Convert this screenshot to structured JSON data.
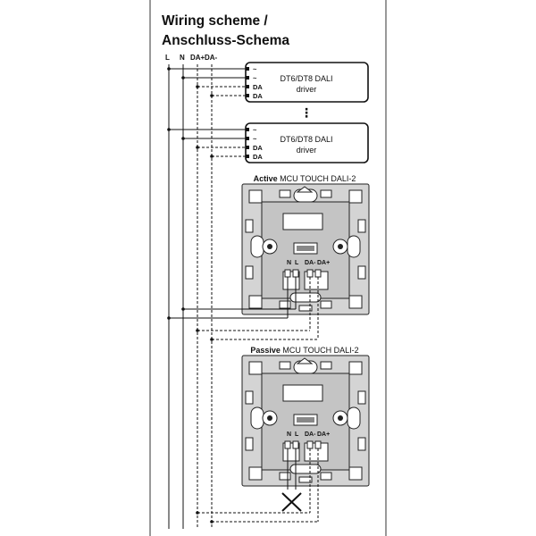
{
  "title_line1": "Wiring scheme /",
  "title_line2": "Anschluss-Schema",
  "bus_labels": [
    "L",
    "N",
    "DA+",
    "DA-"
  ],
  "drivers": [
    {
      "line1": "DT6/DT8 DALI",
      "line2": "driver",
      "terminals": [
        "~",
        "~",
        "DA",
        "DA"
      ]
    },
    {
      "line1": "DT6/DT8 DALI",
      "line2": "driver",
      "terminals": [
        "~",
        "~",
        "DA",
        "DA"
      ]
    }
  ],
  "ellipsis": "⋮",
  "active_unit": {
    "bold": "Active",
    "name": " MCU TOUCH DALI-2",
    "terminals": [
      "N",
      "L",
      "DA-",
      "DA+"
    ]
  },
  "passive_unit": {
    "bold": "Passive",
    "name": " MCU TOUCH DALI-2",
    "terminals": [
      "N",
      "L",
      "DA-",
      "DA+"
    ]
  }
}
